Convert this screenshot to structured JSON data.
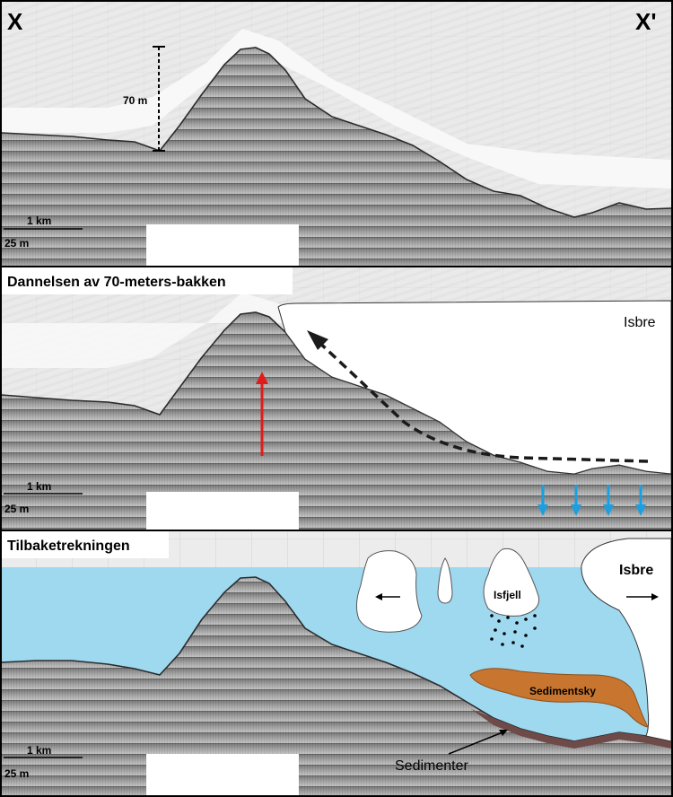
{
  "panel1": {
    "left_label": "X",
    "right_label": "X'",
    "height_label": "70 m",
    "scale_km": "1 km",
    "scale_m": "25 m"
  },
  "panel2": {
    "title": "Dannelsen av 70-meters-bakken",
    "glacier_label": "Isbre",
    "scale_km": "1 km",
    "scale_m": "25 m"
  },
  "panel3": {
    "title": "Tilbaketrekningen",
    "glacier_label": "Isbre",
    "iceberg_label": "Isfjell",
    "sediment_cloud_label": "Sedimentsky",
    "sediments_label": "Sedimenter",
    "scale_km": "1 km",
    "scale_m": "25 m"
  },
  "colors": {
    "water": "#9fd9f0",
    "sediment_cloud": "#c8762f",
    "sediments": "#6e4a48",
    "uplift_arrow": "#e01b1b",
    "down_arrows": "#1a9fe0",
    "seabed": "#8c8c8c"
  }
}
